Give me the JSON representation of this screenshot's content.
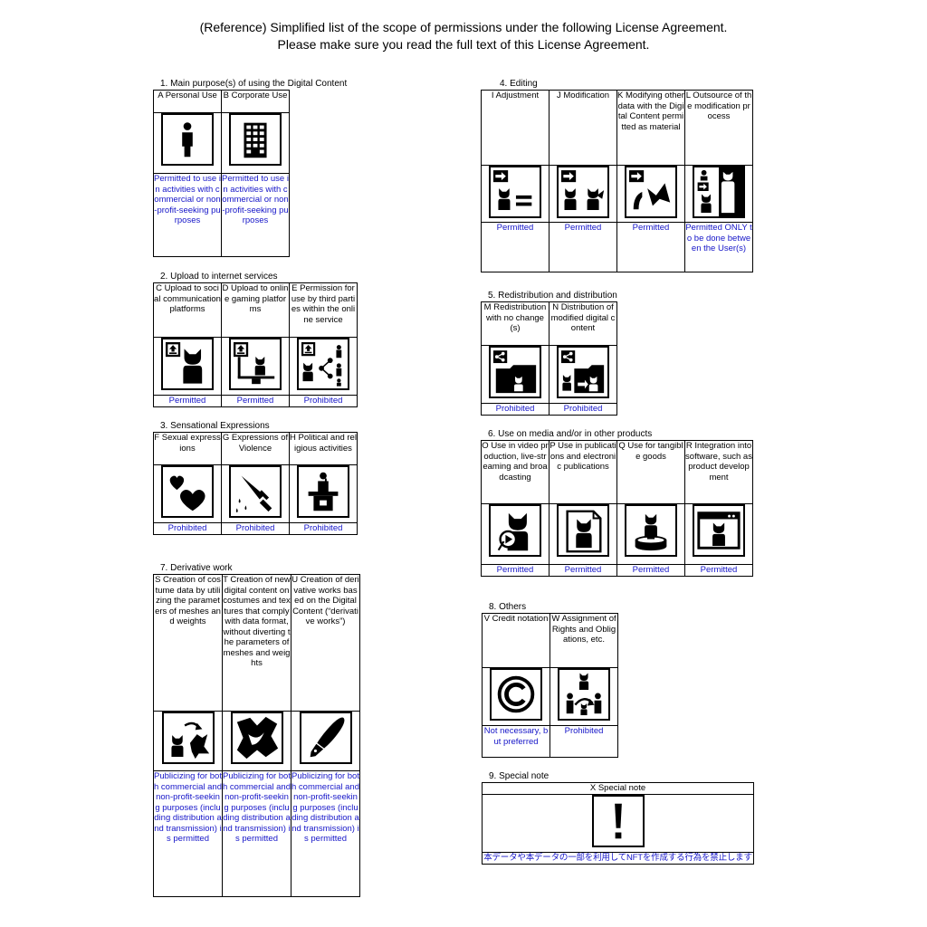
{
  "header": {
    "line1": "(Reference) Simplified list of the scope of permissions under the following License Agreement.",
    "line2": "Please make sure you read the full text of this License Agreement."
  },
  "colors": {
    "status_text": "#1515c8",
    "border": "#000000"
  },
  "sections": {
    "s1": {
      "title": "1. Main purpose(s) of using the Digital Content",
      "items": [
        {
          "label": "A Personal Use",
          "icon": "person-icon",
          "status": "Permitted to use in activities with commercial or non-profit-seeking purposes"
        },
        {
          "label": "B Corporate Use",
          "icon": "building-icon",
          "status": "Permitted to use in activities with commercial or non-profit-seeking purposes"
        }
      ]
    },
    "s2": {
      "title": "2. Upload to internet services",
      "items": [
        {
          "label": "C Upload to social communication platforms",
          "icon": "upload-social-icon",
          "status": "Permitted"
        },
        {
          "label": "D Upload to online gaming platforms",
          "icon": "upload-game-icon",
          "status": "Permitted"
        },
        {
          "label": "E Permission for use by third parties within the online service",
          "icon": "third-party-share-icon",
          "status": "Prohibited"
        }
      ]
    },
    "s3": {
      "title": "3. Sensational Expressions",
      "items": [
        {
          "label": "F Sexual expressions",
          "icon": "hearts-icon",
          "status": "Prohibited"
        },
        {
          "label": "G Expressions of Violence",
          "icon": "knife-icon",
          "status": "Prohibited"
        },
        {
          "label": "H Political and religious activities",
          "icon": "podium-icon",
          "status": "Prohibited"
        }
      ]
    },
    "s4": {
      "title": "4. Editing",
      "items": [
        {
          "label": "I Adjustment",
          "icon": "adjustment-icon",
          "status": "Permitted"
        },
        {
          "label": "J Modification",
          "icon": "modification-icon",
          "status": "Permitted"
        },
        {
          "label": "K Modifying other data with the Digital Content permitted as material",
          "icon": "modify-material-icon",
          "status": "Permitted"
        },
        {
          "label": "L Outsource of the modification process",
          "icon": "outsource-icon",
          "status": "Permitted ONLY to be done between the User(s)"
        }
      ]
    },
    "s5": {
      "title": "5. Redistribution and distribution",
      "items": [
        {
          "label": "M Redistribution with no change(s)",
          "icon": "redistribute-icon",
          "status": "Prohibited"
        },
        {
          "label": "N Distribution of modified digital content",
          "icon": "distribute-modified-icon",
          "status": "Prohibited"
        }
      ]
    },
    "s6": {
      "title": "6. Use on media and/or in other products",
      "items": [
        {
          "label": "O Use in video production, live-streaming and broadcasting",
          "icon": "video-icon",
          "status": "Permitted"
        },
        {
          "label": "P Use in publications and electronic publications",
          "icon": "publication-icon",
          "status": "Permitted"
        },
        {
          "label": "Q Use for tangible goods",
          "icon": "figure-icon",
          "status": "Permitted"
        },
        {
          "label": "R Integration into software, such as product development",
          "icon": "software-icon",
          "status": "Permitted"
        }
      ]
    },
    "s7": {
      "title": "7. Derivative work",
      "items": [
        {
          "label": "S Creation of costume data by utilizing the parameters of meshes and weights",
          "icon": "costume-icon",
          "status": "Publicizing for both commercial and non-profit-seeking purposes (including distribution and transmission) is permitted"
        },
        {
          "label": "T Creation of new digital content on costumes and textures that comply with data format, without diverting the parameters of meshes and weights",
          "icon": "cloth-icon",
          "status": "Publicizing for both commercial and non-profit-seeking purposes (including distribution and transmission) is permitted"
        },
        {
          "label": "U Creation of derivative works based on the Digital Content (“derivative works”)",
          "icon": "pen-icon",
          "status": "Publicizing for both commercial and non-profit-seeking purposes (including distribution and transmission) is permitted"
        }
      ]
    },
    "s8": {
      "title": "8. Others",
      "items": [
        {
          "label": "V Credit notation",
          "icon": "copyright-icon",
          "status": "Not necessary, but preferred"
        },
        {
          "label": "W Assignment of Rights and Obligations, etc.",
          "icon": "transfer-icon",
          "status": "Prohibited"
        }
      ]
    },
    "s9": {
      "title": "9. Special note",
      "label": "X Special note",
      "icon": "exclamation-icon",
      "status": "本データや本データの一部を利用してNFTを作成する行為を禁止します"
    }
  }
}
